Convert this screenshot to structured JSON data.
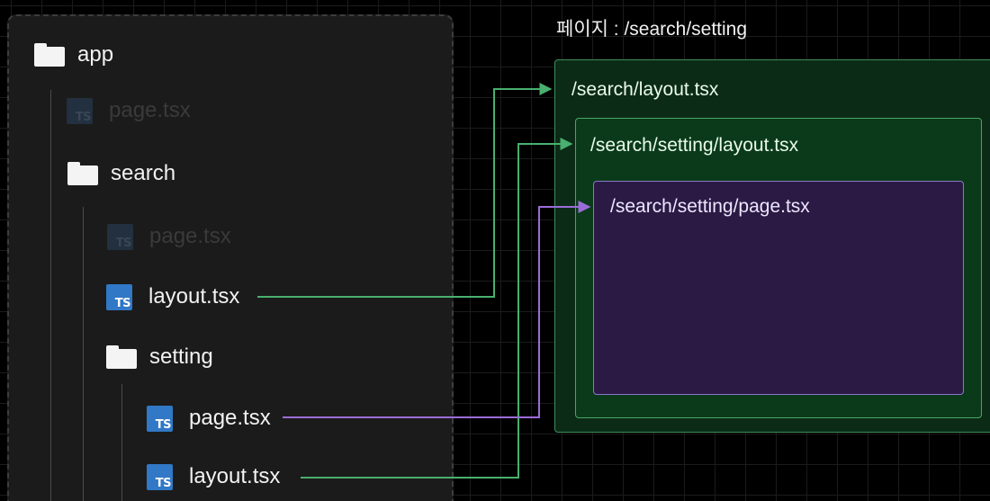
{
  "page_title": "페이지 : /search/setting",
  "tree": {
    "app": "app",
    "app_page": "page.tsx",
    "search": "search",
    "search_page": "page.tsx",
    "search_layout": "layout.tsx",
    "setting": "setting",
    "setting_page": "page.tsx",
    "setting_layout": "layout.tsx",
    "ts_badge": "TS"
  },
  "boxes": {
    "outer_label": "/search/layout.tsx",
    "mid_label": "/search/setting/layout.tsx",
    "inner_label": "/search/setting/page.tsx"
  },
  "colors": {
    "green_arrow": "#49b06f",
    "purple_arrow": "#9b6cd8",
    "ts_blue": "#3178c6"
  }
}
